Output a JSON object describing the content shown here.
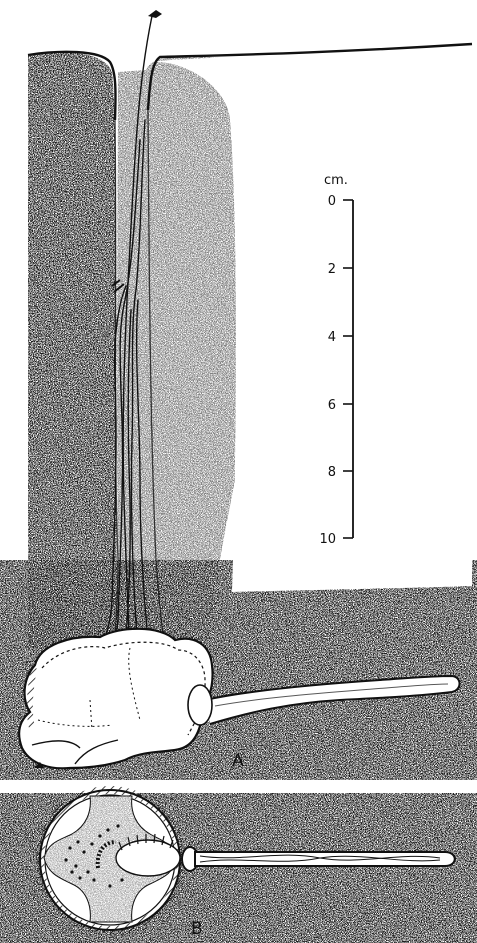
{
  "scale": {
    "unit": "cm.",
    "ticks": [
      "0",
      "2",
      "4",
      "6",
      "8",
      "10"
    ]
  },
  "panels": {
    "a_label": "A",
    "b_label": "B"
  }
}
